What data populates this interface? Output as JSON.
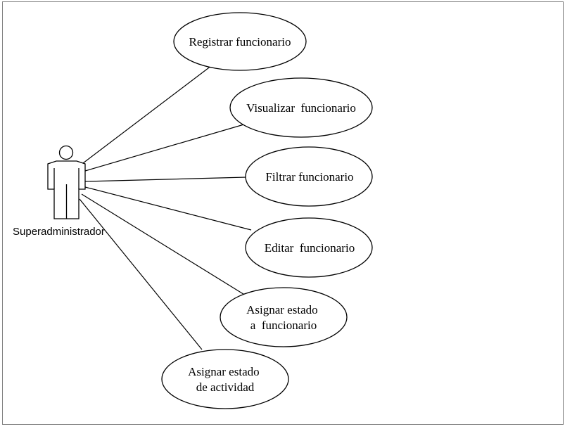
{
  "actor": {
    "name": "Superadministrador"
  },
  "use_cases": [
    {
      "id": "registrar-funcionario",
      "lines": [
        "Registrar funcionario"
      ]
    },
    {
      "id": "visualizar-funcionario",
      "lines": [
        "Visualizar  funcionario"
      ]
    },
    {
      "id": "filtrar-funcionario",
      "lines": [
        "Filtrar funcionario"
      ]
    },
    {
      "id": "editar-funcionario",
      "lines": [
        "Editar  funcionario"
      ]
    },
    {
      "id": "asignar-estado-funcionario",
      "lines": [
        "Asignar estado",
        "a  funcionario"
      ]
    },
    {
      "id": "asignar-estado-actividad",
      "lines": [
        "Asignar estado",
        "de actividad"
      ]
    }
  ],
  "colors": {
    "stroke": "#000000",
    "fill": "#ffffff",
    "frame": "#7f7f7f"
  }
}
